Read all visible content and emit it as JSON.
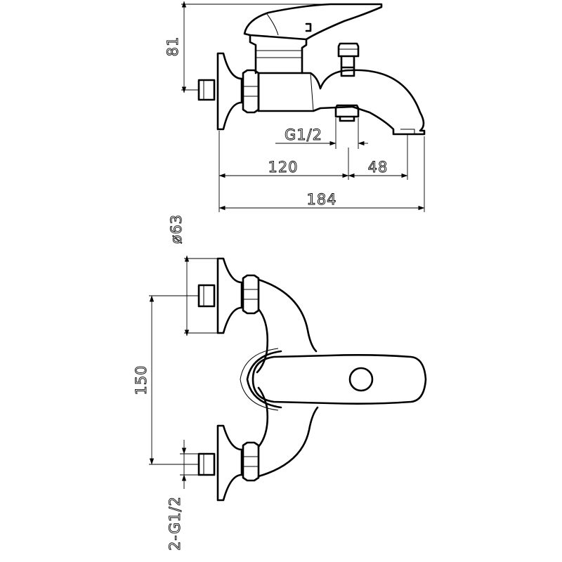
{
  "drawing": {
    "side_view": {
      "dim_height": "81",
      "dim_thread": "G1/2",
      "dim_inlet_to_outlet": "120",
      "dim_outlet_to_spout": "48",
      "dim_overall_length": "184"
    },
    "top_view": {
      "dim_escutcheon_diameter": "ø63",
      "dim_center_distance": "150",
      "dim_inlet_thread": "2-G1/2"
    }
  }
}
